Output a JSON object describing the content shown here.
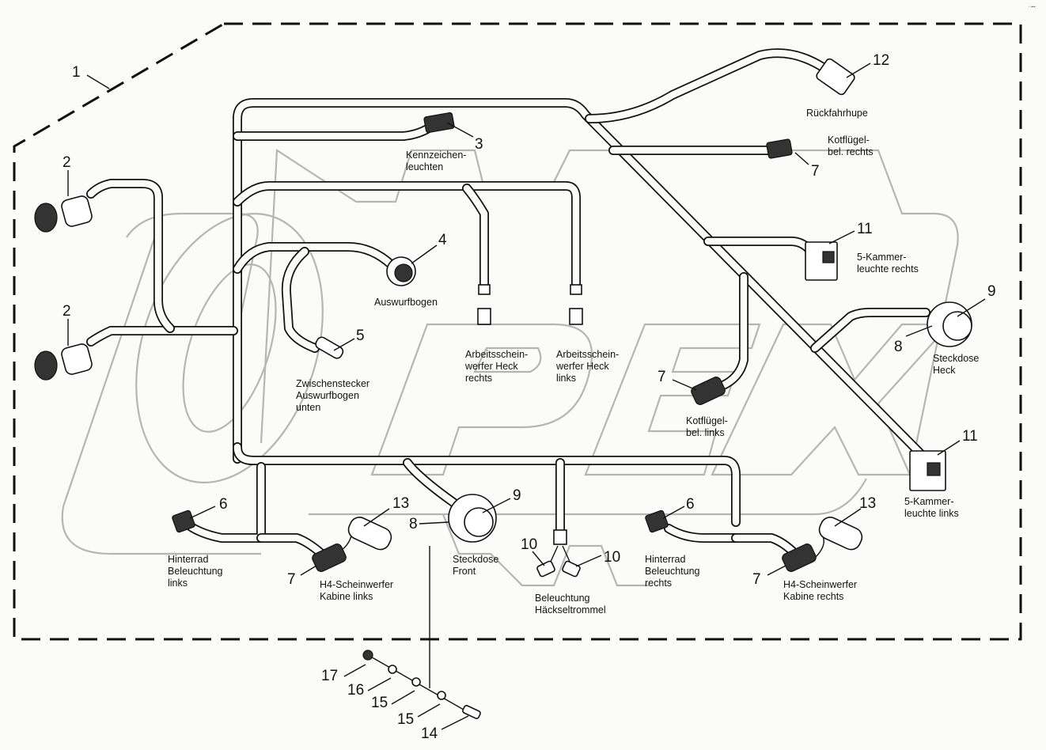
{
  "diagram": {
    "title": "Kabelbaum Beleuchtung (wiring harness, lighting) – exploded parts diagram",
    "watermark": "OPEX",
    "corner_mark": "▫ ▪▪▪",
    "callouts": [
      {
        "id": "1",
        "text": "1"
      },
      {
        "id": "2a",
        "text": "2"
      },
      {
        "id": "2b",
        "text": "2"
      },
      {
        "id": "3",
        "text": "3"
      },
      {
        "id": "4",
        "text": "4"
      },
      {
        "id": "5",
        "text": "5"
      },
      {
        "id": "6a",
        "text": "6"
      },
      {
        "id": "6b",
        "text": "6"
      },
      {
        "id": "7a",
        "text": "7"
      },
      {
        "id": "7b",
        "text": "7"
      },
      {
        "id": "7c",
        "text": "7"
      },
      {
        "id": "7d",
        "text": "7"
      },
      {
        "id": "8a",
        "text": "8"
      },
      {
        "id": "8b",
        "text": "8"
      },
      {
        "id": "9a",
        "text": "9"
      },
      {
        "id": "9b",
        "text": "9"
      },
      {
        "id": "10a",
        "text": "10"
      },
      {
        "id": "10b",
        "text": "10"
      },
      {
        "id": "11a",
        "text": "11"
      },
      {
        "id": "11b",
        "text": "11"
      },
      {
        "id": "12",
        "text": "12"
      },
      {
        "id": "13a",
        "text": "13"
      },
      {
        "id": "13b",
        "text": "13"
      },
      {
        "id": "14",
        "text": "14"
      },
      {
        "id": "15a",
        "text": "15"
      },
      {
        "id": "15b",
        "text": "15"
      },
      {
        "id": "16",
        "text": "16"
      },
      {
        "id": "17",
        "text": "17"
      }
    ],
    "labels": {
      "rueckfahrhupe": [
        "Rückfahrhupe"
      ],
      "kotfluegel_rechts": [
        "Kotflügel-",
        "bel. rechts"
      ],
      "kennzeichen": [
        "Kennzeichen-",
        "leuchten"
      ],
      "kammer_rechts": [
        "5-Kammer-",
        "leuchte rechts"
      ],
      "auswurfbogen": [
        "Auswurfbogen"
      ],
      "steckdose_heck": [
        "Steckdose",
        "Heck"
      ],
      "arbeits_rechts": [
        "Arbeitsschein-",
        "werfer Heck",
        "rechts"
      ],
      "arbeits_links": [
        "Arbeitsschein-",
        "werfer Heck",
        "links"
      ],
      "zwischenstecker": [
        "Zwischenstecker",
        "Auswurfbogen",
        "unten"
      ],
      "kotfluegel_links": [
        "Kotflügel-",
        "bel. links"
      ],
      "kammer_links": [
        "5-Kammer-",
        "leuchte links"
      ],
      "hinterrad_links": [
        "Hinterrad",
        "Beleuchtung",
        "links"
      ],
      "h4_links": [
        "H4-Scheinwerfer",
        "Kabine links"
      ],
      "steckdose_front": [
        "Steckdose",
        "Front"
      ],
      "haeckseltrommel": [
        "Beleuchtung",
        "Häckseltrommel"
      ],
      "hinterrad_rechts": [
        "Hinterrad",
        "Beleuchtung",
        "rechts"
      ],
      "h4_rechts": [
        "H4-Scheinwerfer",
        "Kabine rechts"
      ]
    }
  }
}
